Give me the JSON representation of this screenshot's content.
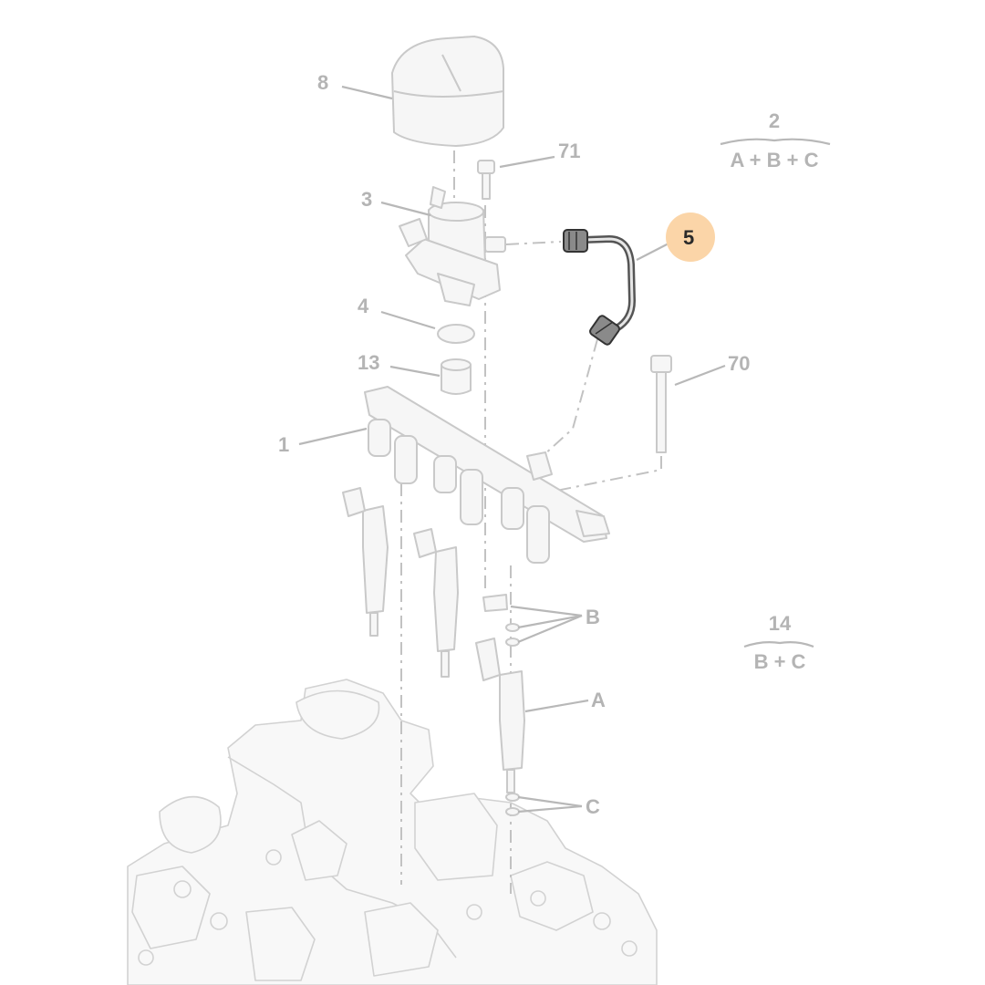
{
  "colors": {
    "background": "#ffffff",
    "faded_part": "#c9c9c9",
    "callout_text": "#b4b4b4",
    "highlight_bubble": "#fbd5a8",
    "highlight_text": "#2a2a2a",
    "pipe": "#555555"
  },
  "callouts": {
    "c8": "8",
    "c71": "71",
    "c3": "3",
    "c5": "5",
    "c4": "4",
    "c70": "70",
    "c13": "13",
    "c1": "1",
    "cB": "B",
    "cA": "A",
    "cC": "C"
  },
  "kits": {
    "kit2": {
      "number": "2",
      "contents": "A + B + C"
    },
    "kit14": {
      "number": "14",
      "contents": "B + C"
    }
  },
  "highlighted_part": "5"
}
